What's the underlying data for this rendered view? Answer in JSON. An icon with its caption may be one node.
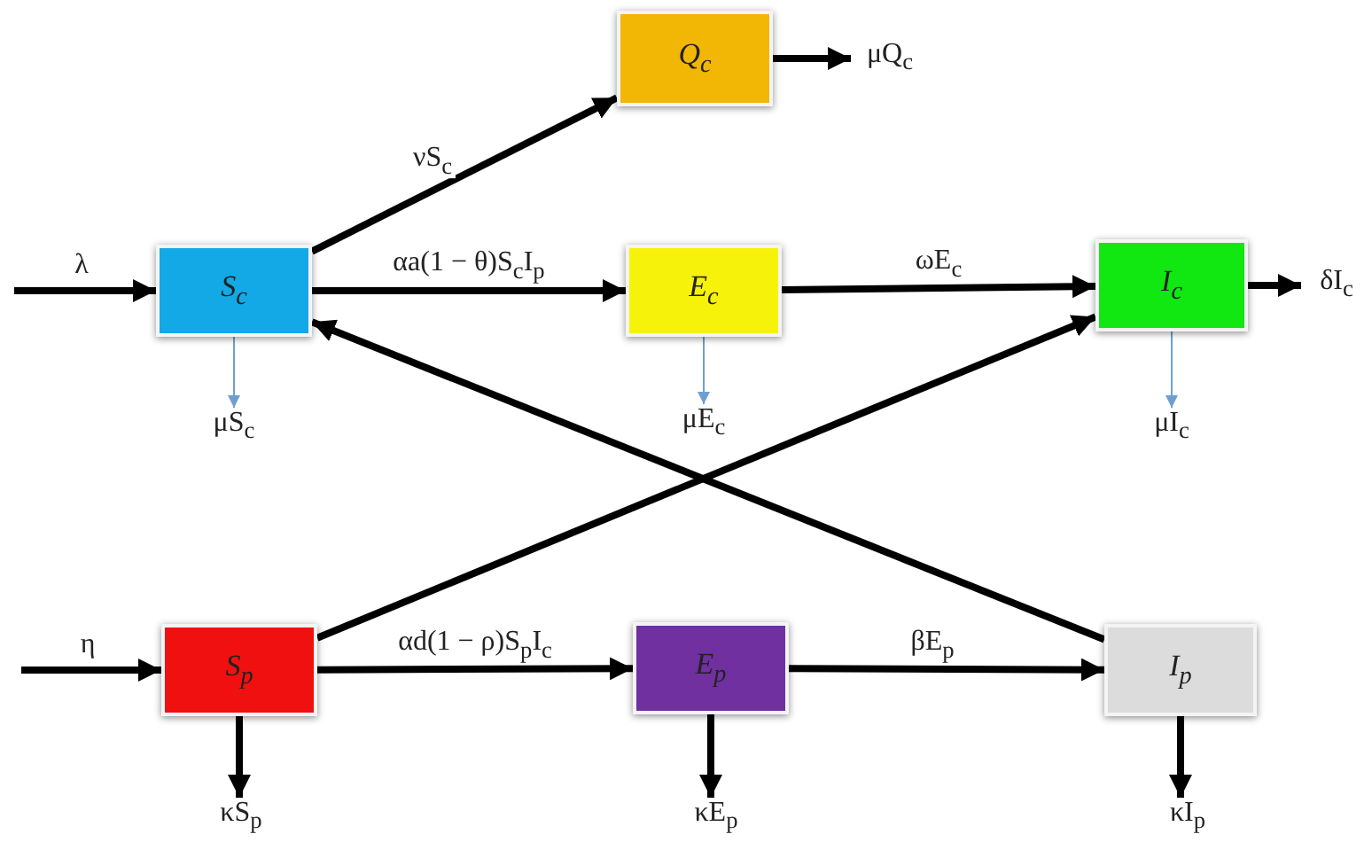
{
  "diagram": {
    "nodes": [
      {
        "text": [
          "Q$_{c}$"
        ]
      },
      {
        "text": [
          "S$_{c}$"
        ]
      },
      {
        "text": [
          "E$_{c}$"
        ]
      },
      {
        "text": [
          "I$_{c}$"
        ]
      },
      {
        "text": [
          "S$_{p}$"
        ]
      },
      {
        "text": [
          "E$_{p}$"
        ]
      },
      {
        "text": [
          "I$_{p}$"
        ]
      },
      {
        "text": [
          "μQ$_{c}$"
        ]
      },
      {
        "text": [
          "δI$_{c}$"
        ]
      },
      {
        "text": [
          "μS$_{c}$"
        ]
      },
      {
        "text": [
          "μE$_{c}$"
        ]
      },
      {
        "text": [
          "μI$_{c}$"
        ]
      },
      {
        "text": [
          "κS$_{p}$"
        ]
      },
      {
        "text": [
          "κE$_{p}$"
        ]
      },
      {
        "text": [
          "κI$_{p}$"
        ]
      }
    ],
    "edges": [
      {
        "from": null,
        "to": 1,
        "arrow": "to",
        "label": "λ"
      },
      {
        "from": 1,
        "to": 0,
        "arrow": "to",
        "label": "νS$_{c}$"
      },
      {
        "from": 1,
        "to": 2,
        "arrow": "to",
        "label": "αa(1 − θ)S$_{c}$I$_{p}$"
      },
      {
        "from": 2,
        "to": 3,
        "arrow": "to",
        "label": "ωE$_{c}$"
      },
      {
        "from": 0,
        "to": 7,
        "arrow": "to"
      },
      {
        "from": 3,
        "to": 8,
        "arrow": "to"
      },
      {
        "from": 1,
        "to": 9,
        "arrow": "to",
        "color": "#6f9fd0"
      },
      {
        "from": 2,
        "to": 10,
        "arrow": "to",
        "color": "#6f9fd0"
      },
      {
        "from": 3,
        "to": 11,
        "arrow": "to",
        "color": "#6f9fd0"
      },
      {
        "from": 6,
        "to": 1,
        "arrow": "to"
      },
      {
        "from": 4,
        "to": 3,
        "arrow": "to"
      },
      {
        "from": null,
        "to": 4,
        "arrow": "to",
        "label": "η"
      },
      {
        "from": 4,
        "to": 5,
        "arrow": "to",
        "label": "αd(1 − ρ)S$_{p}$I$_{c}$"
      },
      {
        "from": 5,
        "to": 6,
        "arrow": "to",
        "label": "βE$_{p}$"
      },
      {
        "from": 4,
        "to": 12,
        "arrow": "to"
      },
      {
        "from": 5,
        "to": 13,
        "arrow": "to"
      },
      {
        "from": 6,
        "to": 14,
        "arrow": "to"
      }
    ]
  }
}
